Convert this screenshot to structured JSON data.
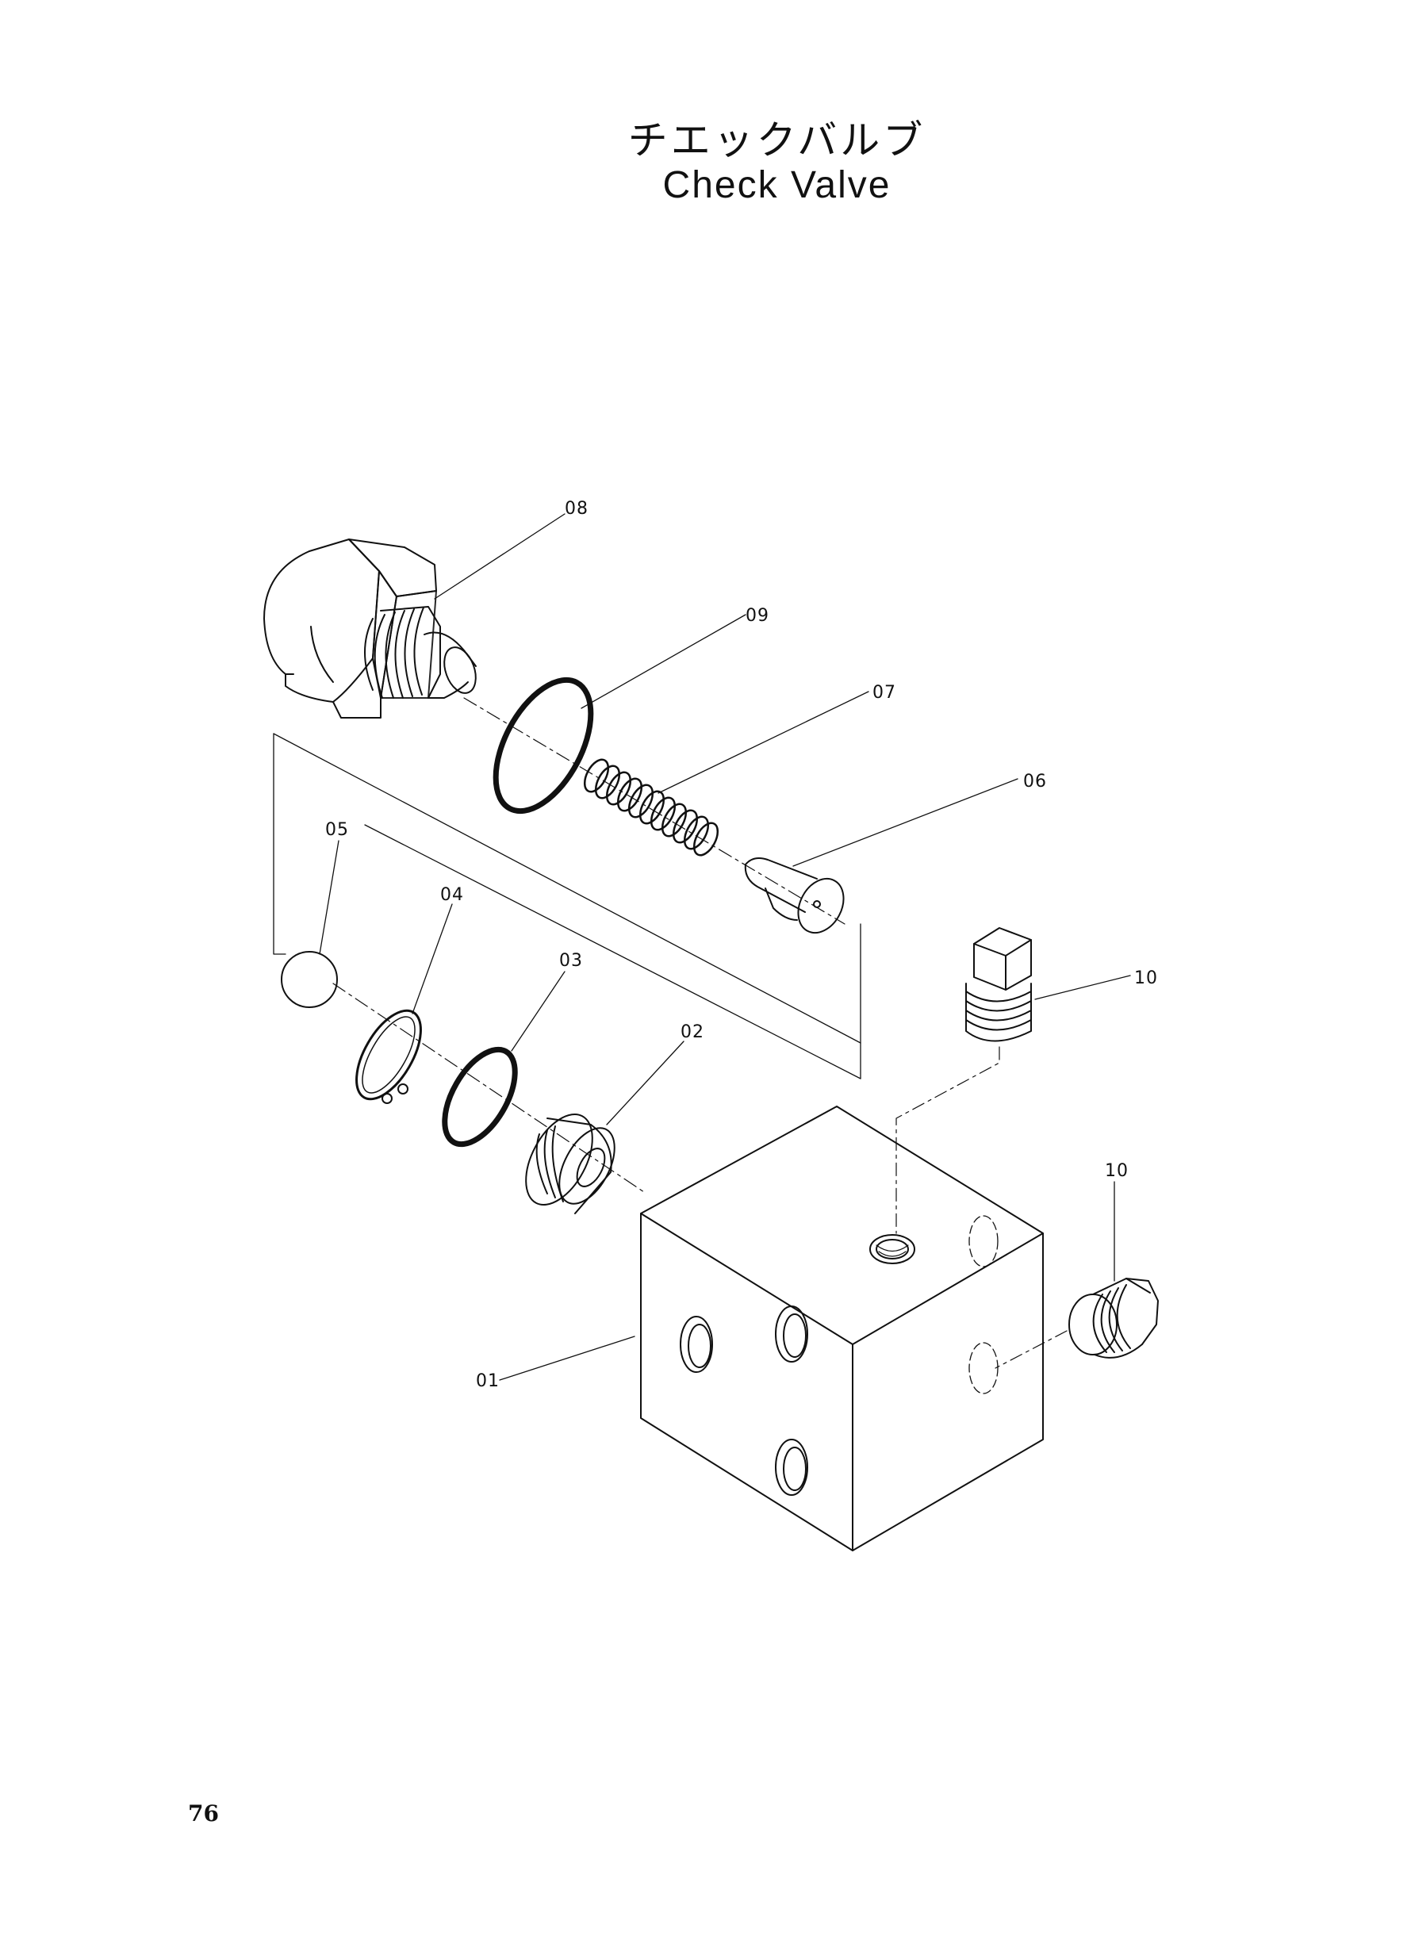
{
  "title": {
    "jp": "チエックバルブ",
    "en": "Check Valve"
  },
  "callouts": {
    "p01": "01",
    "p02": "02",
    "p03": "03",
    "p04": "04",
    "p05": "05",
    "p06": "06",
    "p07": "07",
    "p08": "08",
    "p09": "09",
    "p10a": "10",
    "p10b": "10"
  },
  "page_number": "76"
}
